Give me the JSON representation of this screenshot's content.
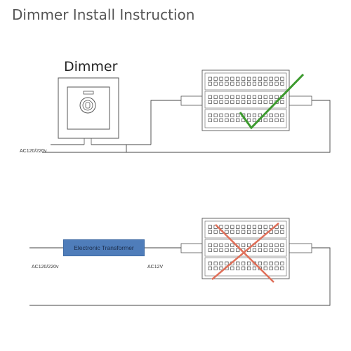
{
  "title": "Dimmer Install Instruction",
  "dimmer_label": "Dimmer",
  "diagram1": {
    "input_label": "AC120/220v",
    "status": "correct",
    "status_color": "#3c9a2e"
  },
  "diagram2": {
    "input_label": "AC120/220v",
    "transformer_label": "Electronic Transformer",
    "output_label": "AC12V",
    "status": "incorrect",
    "status_color": "#e0705a"
  }
}
